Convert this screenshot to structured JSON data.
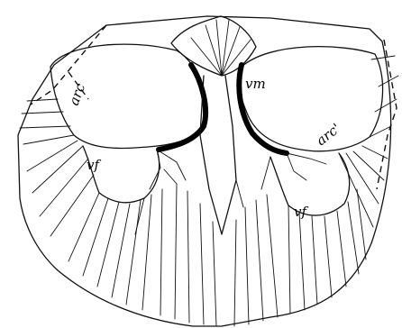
{
  "labels": {
    "arc_left": "arc",
    "arc_right": "arc'",
    "vm": "vm",
    "vf_left": "vf",
    "vf_right": "vf"
  },
  "colors": {
    "background": "#ffffff",
    "ink": "#000000"
  }
}
